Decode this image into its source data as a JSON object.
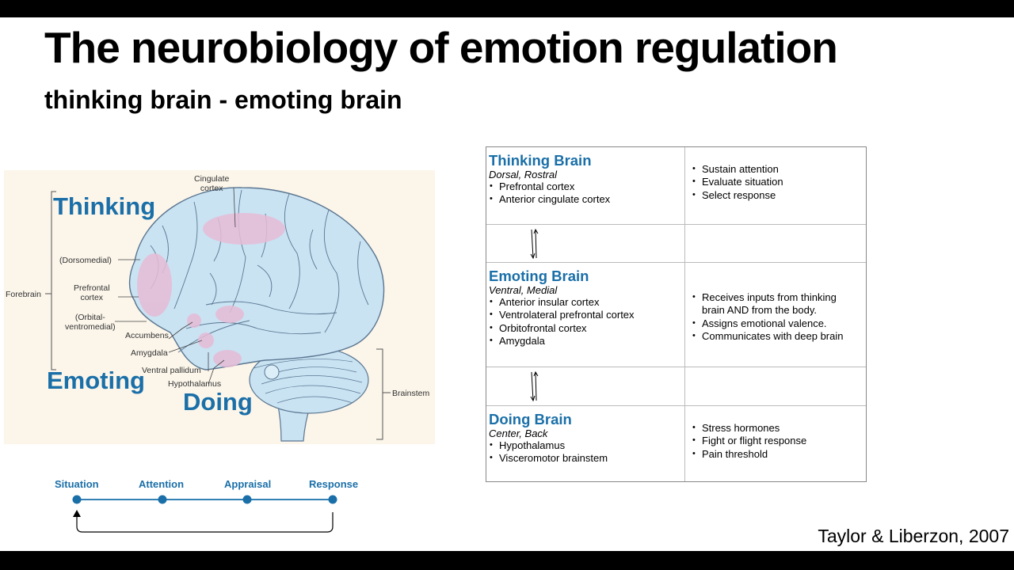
{
  "title": "The neurobiology of emotion regulation",
  "subtitle": "thinking brain - emoting brain",
  "citation": "Taylor & Liberzon, 2007",
  "brain_figure": {
    "labels": {
      "cingulate": "Cingulate\ncortex",
      "dorsomedial": "(Dorsomedial)",
      "prefrontal": "Prefrontal\ncortex",
      "orbital": "(Orbital-\nventromedial)",
      "forebrain": "Forebrain",
      "accumbens": "Accumbens",
      "amygdala": "Amygdala",
      "ventral_pallidum": "Ventral pallidum",
      "hypothalamus": "Hypothalamus",
      "brainstem": "Brainstem"
    },
    "overlay_words": {
      "thinking": "Thinking",
      "emoting": "Emoting",
      "doing": "Doing"
    },
    "colors": {
      "accent": "#1a6fa8",
      "brain": "#c9e3f3",
      "region": "#e6bcd6",
      "background": "#fbf5ea"
    }
  },
  "process": {
    "steps": [
      "Situation",
      "Attention",
      "Appraisal",
      "Response"
    ]
  },
  "table": {
    "rows": [
      {
        "heading": "Thinking Brain",
        "sub": "Dorsal, Rostral",
        "items": [
          "Prefrontal cortex",
          "Anterior cingulate cortex"
        ],
        "functions": [
          "Sustain attention",
          "Evaluate situation",
          "Select response"
        ]
      },
      {
        "heading": "Emoting Brain",
        "sub": "Ventral, Medial",
        "items": [
          "Anterior insular cortex",
          "Ventrolateral prefrontal cortex",
          "Orbitofrontal cortex",
          "Amygdala"
        ],
        "functions": [
          "Receives inputs from thinking brain AND from the body.",
          "Assigns emotional valence.",
          "Communicates with deep brain"
        ]
      },
      {
        "heading": "Doing Brain",
        "sub": "Center, Back",
        "items": [
          "Hypothalamus",
          "Visceromotor brainstem"
        ],
        "functions": [
          "Stress hormones",
          "Fight or flight response",
          "Pain threshold"
        ]
      }
    ]
  }
}
